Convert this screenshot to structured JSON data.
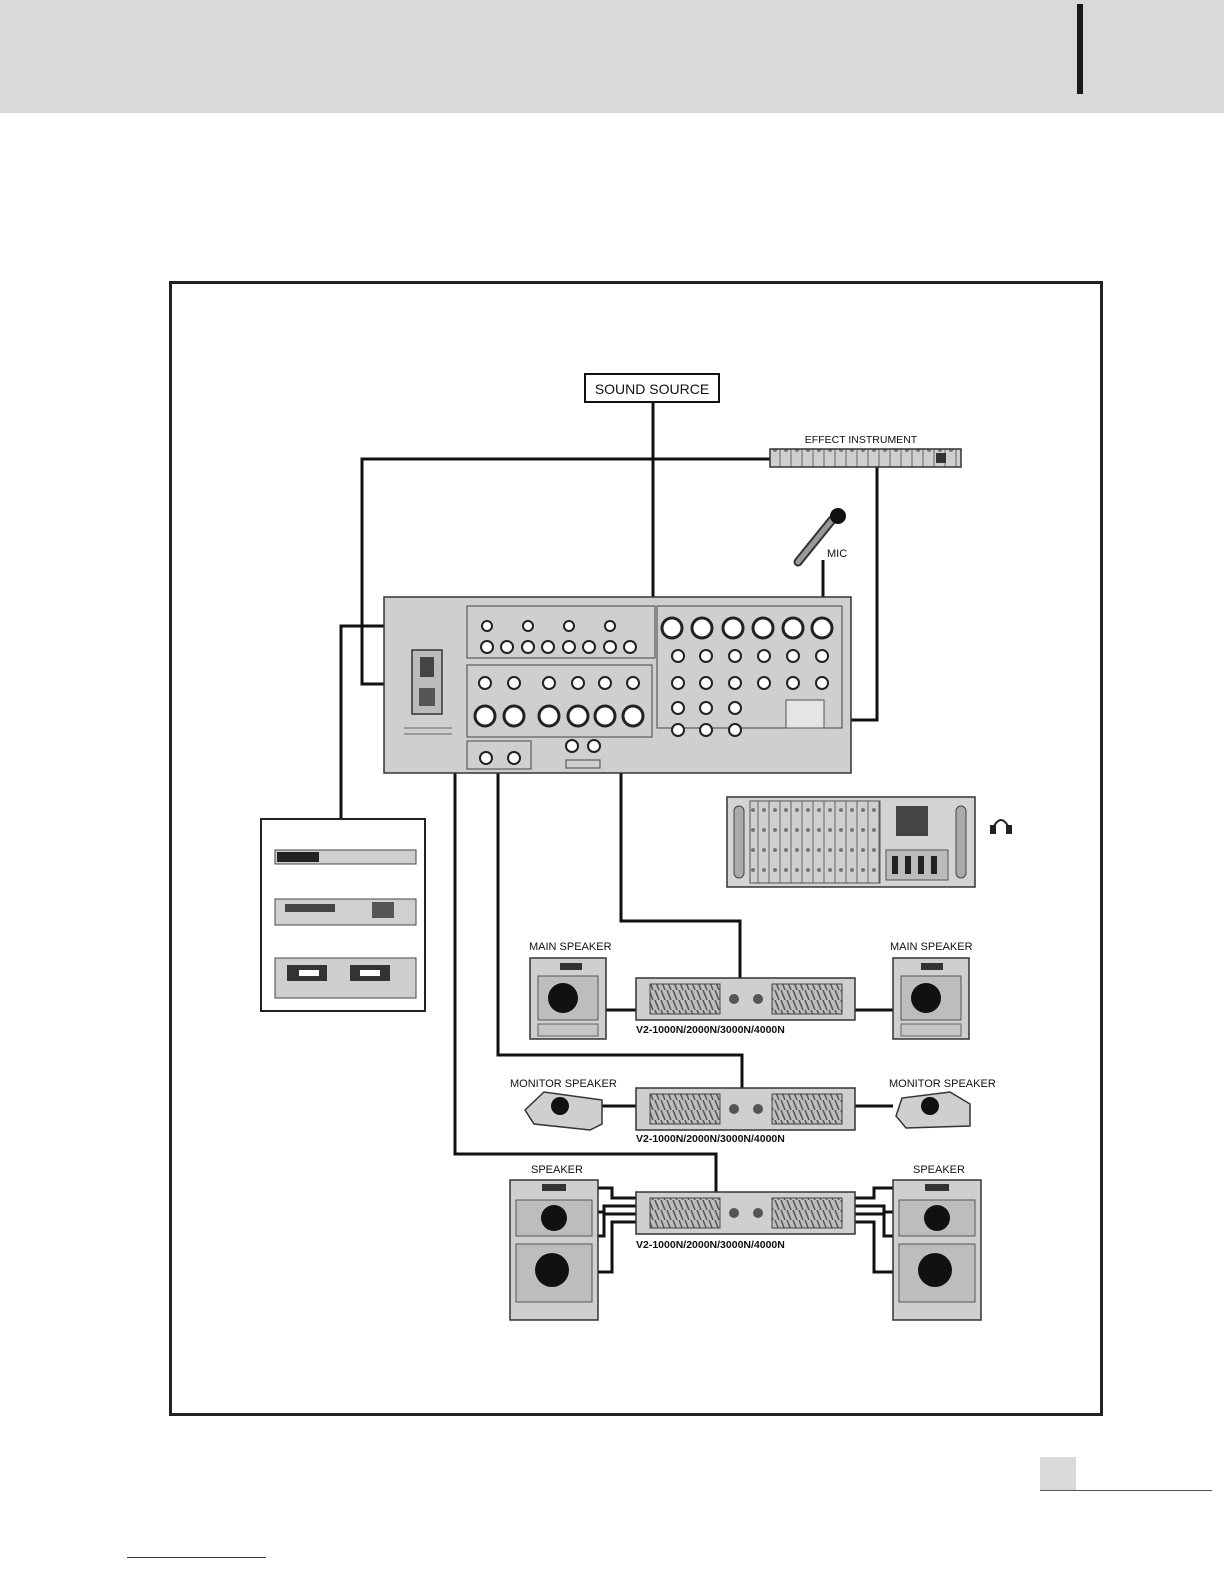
{
  "labels": {
    "sound_source": "SOUND SOURCE",
    "effect_instrument": "EFFECT INSTRUMENT",
    "mic": "MIC",
    "main_speaker_left": "MAIN SPEAKER",
    "main_speaker_right": "MAIN SPEAKER",
    "monitor_speaker_left": "MONITOR SPEAKER",
    "monitor_speaker_right": "MONITOR SPEAKER",
    "speaker_left": "SPEAKER",
    "speaker_right": "SPEAKER",
    "amp_model_1": "V2-1000N/2000N/3000N/4000N",
    "amp_model_2": "V2-1000N/2000N/3000N/4000N",
    "amp_model_3": "V2-1000N/2000N/3000N/4000N"
  },
  "icons": [
    "microphone-icon",
    "headphone-icon",
    "effect-rack-icon",
    "mixer-rear-panel-icon",
    "mixer-console-icon",
    "amplifier-icon",
    "speaker-icon",
    "source-devices-icon"
  ],
  "colors": {
    "header": "#d9d9d9",
    "device_fill": "#cfcfcf",
    "wire": "#111111"
  }
}
